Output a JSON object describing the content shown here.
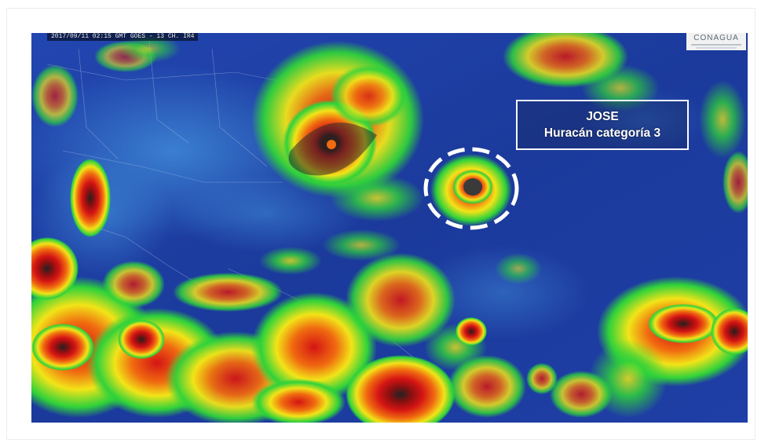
{
  "image": {
    "timestamp_overlay": "2017/09/11 02:15 GMT GOES - 13 CH. IR4",
    "logo_text": "CONAGUA",
    "storm_label": {
      "name": "JOSE",
      "category": "Huracán categoría 3"
    },
    "colors": {
      "ocean_cold": "#1d3a9e",
      "cloud_green": "#2fd23a",
      "cloud_yellow": "#f2e418",
      "cloud_orange": "#f06a10",
      "cloud_red": "#d41414",
      "cloud_core": "#2a2a2a",
      "circle_marker": "#ffffff"
    }
  }
}
